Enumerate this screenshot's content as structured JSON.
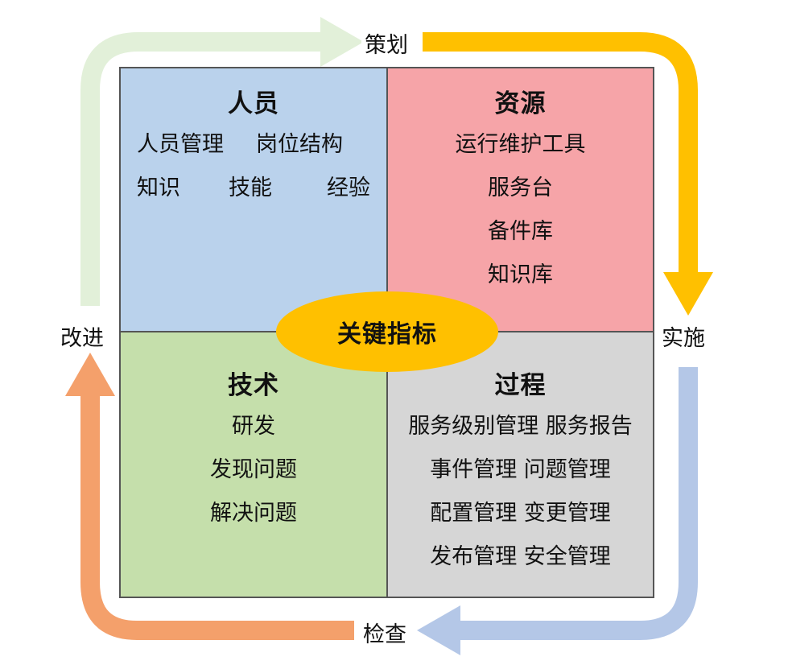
{
  "cycle": {
    "plan": "策划",
    "do": "实施",
    "check": "检查",
    "act": "改进"
  },
  "quadrants": {
    "people": {
      "title": "人员",
      "items": [
        "人员管理",
        "岗位结构",
        "知识",
        "技能",
        "经验"
      ]
    },
    "resources": {
      "title": "资源",
      "items": [
        "运行维护工具",
        "服务台",
        "备件库",
        "知识库"
      ]
    },
    "technology": {
      "title": "技术",
      "items": [
        "研发",
        "发现问题",
        "解决问题"
      ]
    },
    "process": {
      "title": "过程",
      "items": [
        "服务级别管理 服务报告",
        "事件管理 问题管理",
        "配置管理 变更管理",
        "发布管理 安全管理"
      ]
    }
  },
  "center": {
    "label": "关键指标"
  },
  "colors": {
    "people": "#bad2ec",
    "resources": "#f6a4a8",
    "technology": "#c5dfab",
    "process": "#d6d6d6",
    "center": "#ffc000",
    "arrow_plan_to_do": "#ffc000",
    "arrow_do_to_check": "#b4c7e7",
    "arrow_check_to_act": "#f4a06b",
    "arrow_act_to_plan": "#e2f0d9"
  }
}
